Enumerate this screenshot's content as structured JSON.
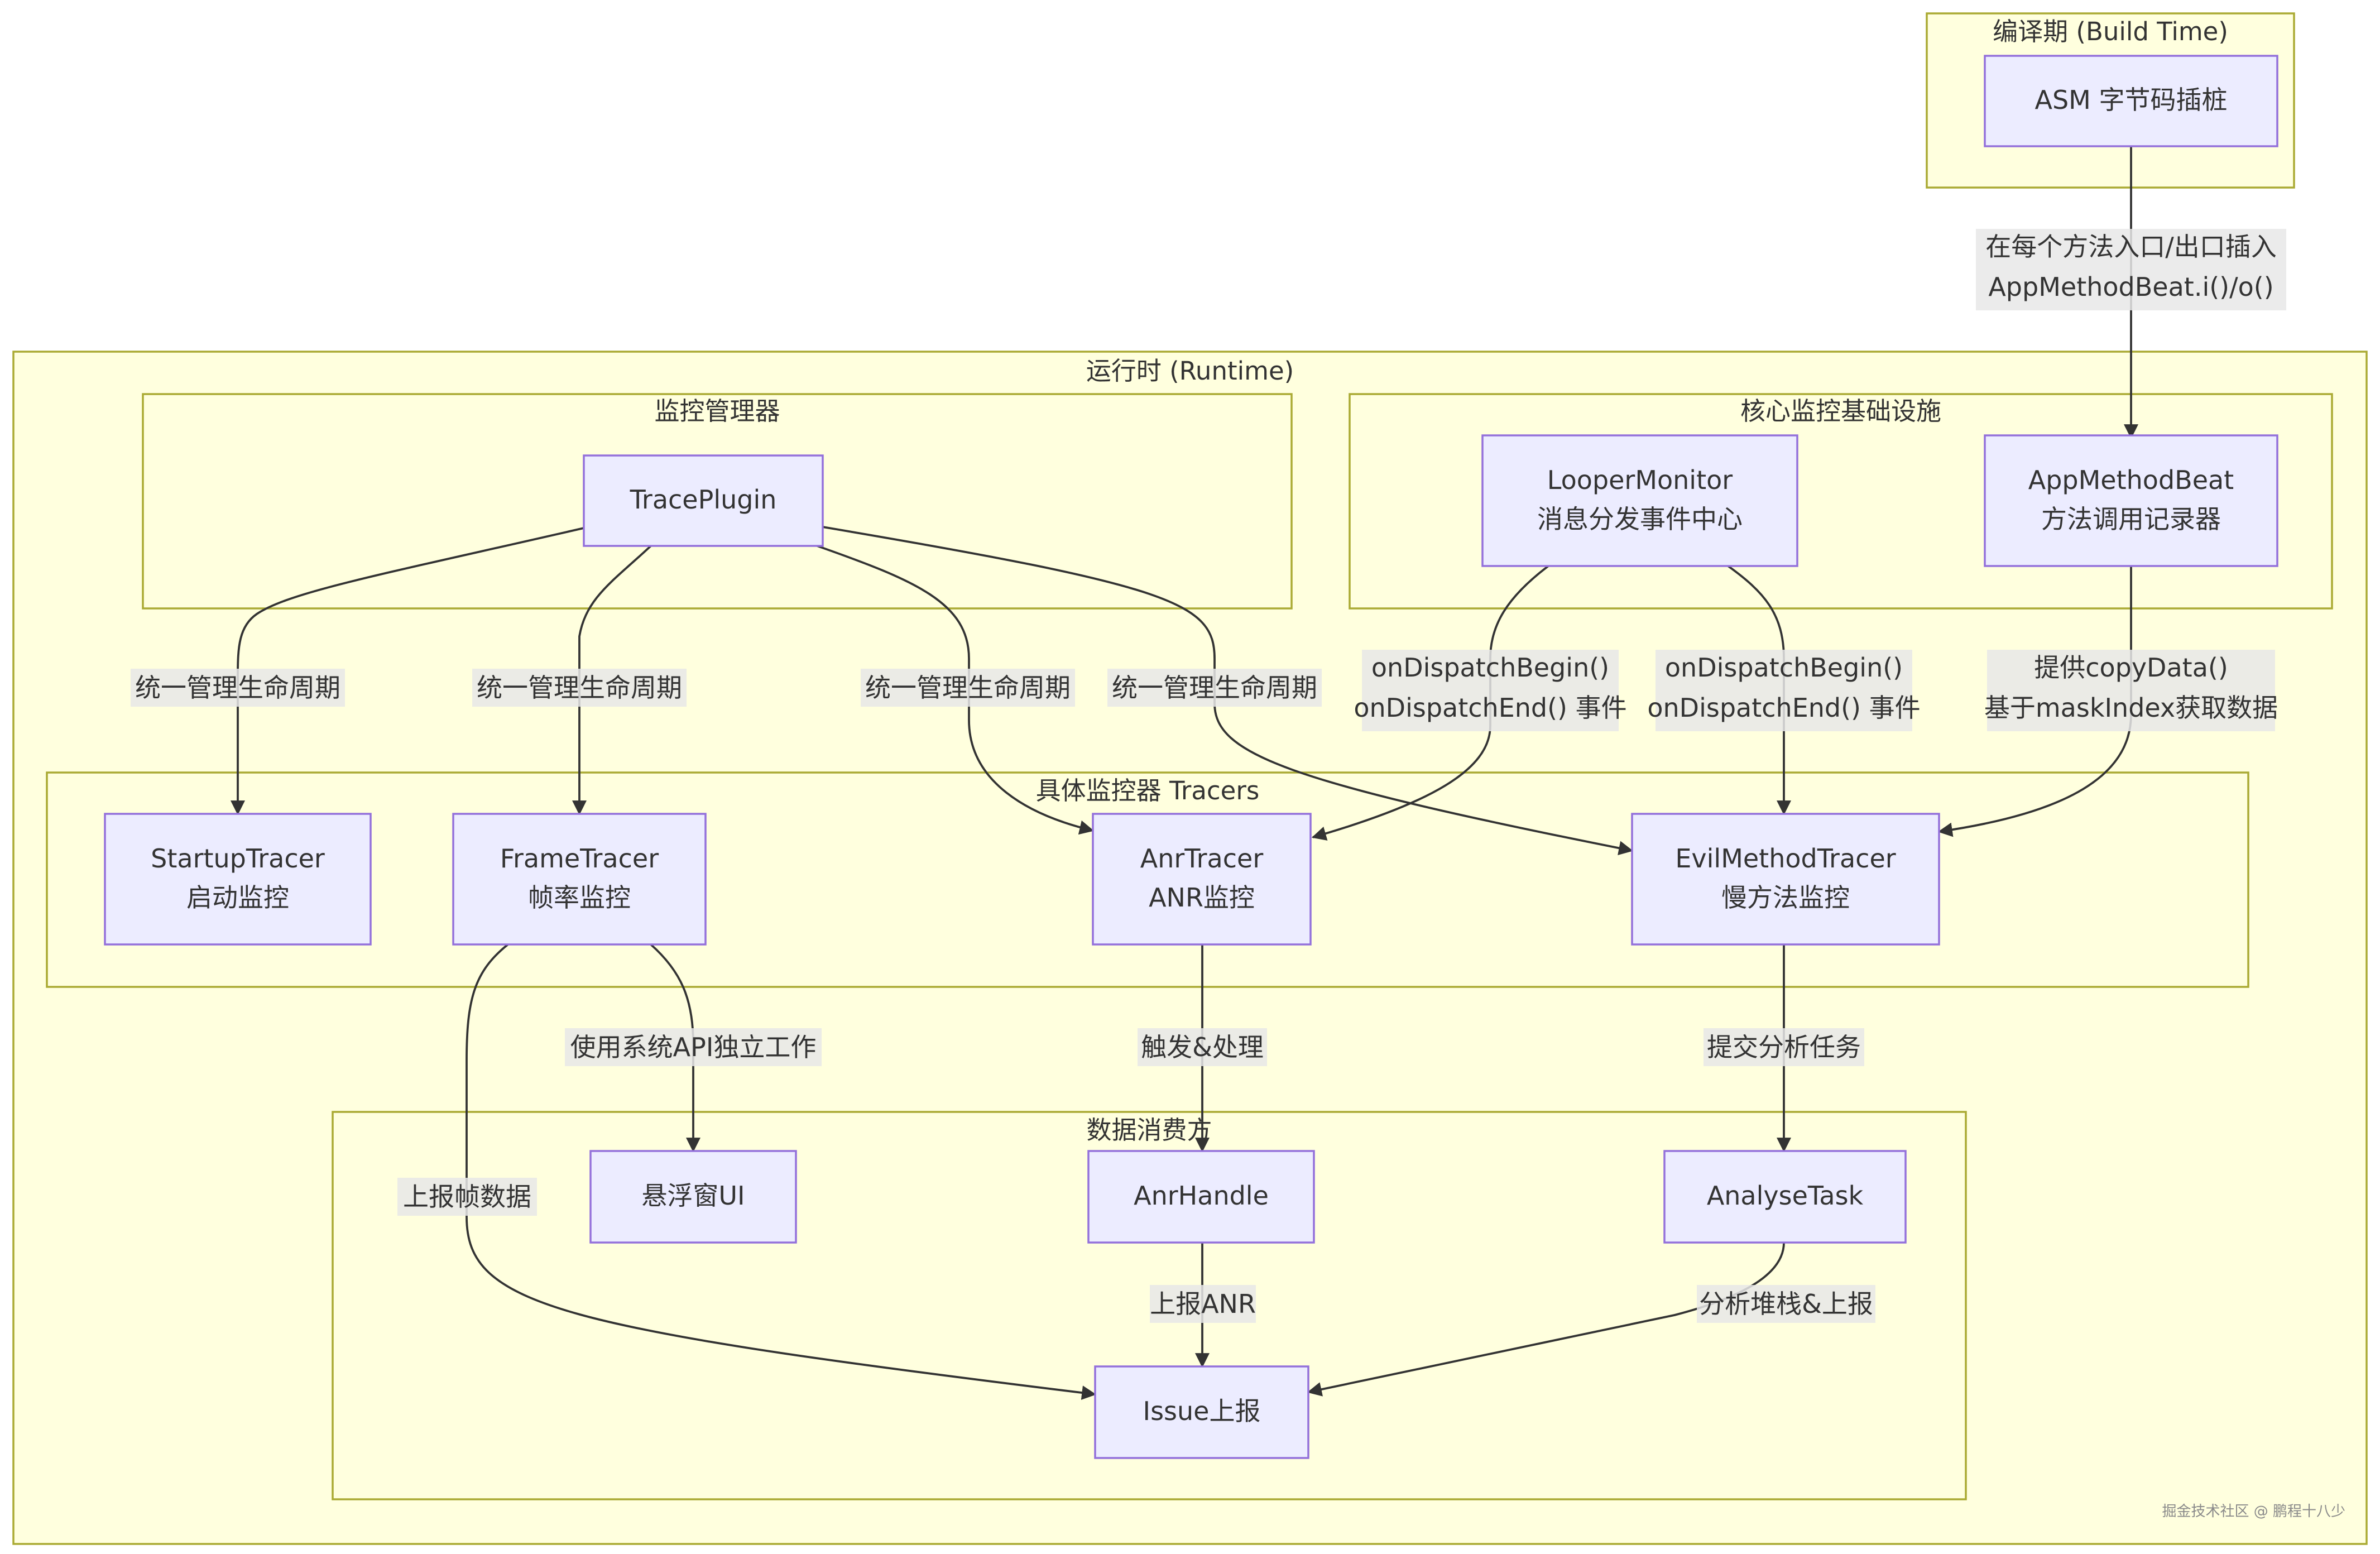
{
  "clusters": {
    "build": "编译期 (Build Time)",
    "runtime": "运行时 (Runtime)",
    "manager": "监控管理器",
    "core": "核心监控基础设施",
    "tracers": "具体监控器 Tracers",
    "consumers": "数据消费方"
  },
  "nodes": {
    "asm": [
      "ASM 字节码插桩"
    ],
    "traceplugin": [
      "TracePlugin"
    ],
    "looper": [
      "LooperMonitor",
      "消息分发事件中心"
    ],
    "amb": [
      "AppMethodBeat",
      "方法调用记录器"
    ],
    "startup": [
      "StartupTracer",
      "启动监控"
    ],
    "frame": [
      "FrameTracer",
      "帧率监控"
    ],
    "anr": [
      "AnrTracer",
      "ANR监控"
    ],
    "evil": [
      "EvilMethodTracer",
      "慢方法监控"
    ],
    "float": [
      "悬浮窗UI"
    ],
    "anrhandle": [
      "AnrHandle"
    ],
    "analyse": [
      "AnalyseTask"
    ],
    "issue": [
      "Issue上报"
    ]
  },
  "edges": {
    "asm_amb": [
      "在每个方法入口/出口插入",
      "AppMethodBeat.i()/o()"
    ],
    "tp_startup": [
      "统一管理生命周期"
    ],
    "tp_frame": [
      "统一管理生命周期"
    ],
    "tp_anr": [
      "统一管理生命周期"
    ],
    "tp_evil": [
      "统一管理生命周期"
    ],
    "looper_anr": [
      "onDispatchBegin()",
      "onDispatchEnd() 事件"
    ],
    "looper_evil": [
      "onDispatchBegin()",
      "onDispatchEnd() 事件"
    ],
    "amb_evil": [
      "提供copyData()",
      "基于maskIndex获取数据"
    ],
    "frame_float": [
      "使用系统API独立工作"
    ],
    "anr_handle": [
      "触发&处理"
    ],
    "evil_analyse": [
      "提交分析任务"
    ],
    "frame_issue": [
      "上报帧数据"
    ],
    "handle_issue": [
      "上报ANR"
    ],
    "analyse_issue": [
      "分析堆栈&上报"
    ]
  },
  "watermark": "掘金技术社区 @ 鹏程十八少",
  "colors": {
    "cluster_fill": "#ffffde",
    "cluster_stroke": "#aaaa33",
    "node_fill": "#ececff",
    "node_stroke": "#9370db",
    "edge": "#333333",
    "label_bg": "#e8e8e8"
  }
}
